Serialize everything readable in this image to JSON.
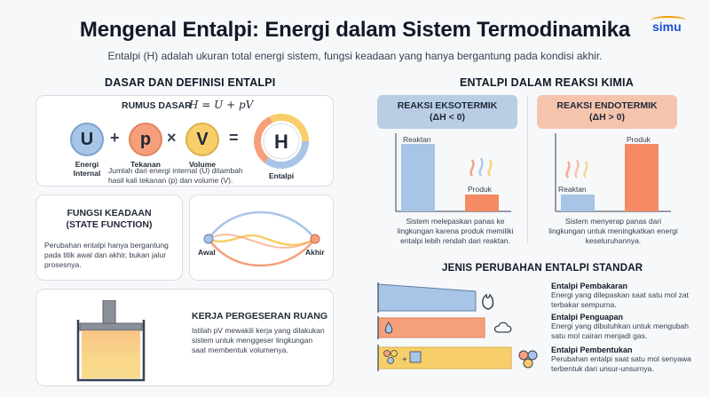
{
  "header": {
    "title": "Mengenal Entalpi: Energi dalam Sistem Termodinamika",
    "subtitle": "Entalpi (H) adalah ukuran total energi sistem, fungsi keadaan yang hanya bergantung pada kondisi akhir.",
    "logo": "simu"
  },
  "left": {
    "section_title": "DASAR DAN DEFINISI ENTALPI",
    "formula": {
      "heading": "RUMUS DASAR",
      "equation": "H = U + pV",
      "terms": [
        {
          "symbol": "U",
          "label": "Energi Internal",
          "color": "#a8c4e6"
        },
        {
          "symbol": "p",
          "label": "Tekanan",
          "color": "#f5a07a"
        },
        {
          "symbol": "V",
          "label": "Volume",
          "color": "#f7cf6a"
        }
      ],
      "ops": [
        "+",
        "×",
        "="
      ],
      "result": {
        "symbol": "H",
        "label": "Entalpi"
      },
      "description": "Jumlah dari energi internal (U) ditambah hasil kali tekanan (p) dan volume (V)."
    },
    "state_function": {
      "title_line1": "FUNGSI KEADAAN",
      "title_line2": "(STATE FUNCTION)",
      "description": "Perubahan entalpi hanya bergantung pada titik awal dan akhir, bukan jalur prosesnya.",
      "start_label": "Awal",
      "end_label": "Akhir"
    },
    "work": {
      "title": "KERJA PERGESERAN RUANG",
      "description": "Istilah pV mewakili kerja yang dilakukan sistem untuk menggeser lingkungan saat membentuk volumenya."
    }
  },
  "right": {
    "section_title": "ENTALPI DALAM REAKSI KIMIA",
    "exo": {
      "title_line1": "REAKSI EKSOTERMIK",
      "title_line2": "(ΔH < 0)",
      "reactant_label": "Reaktan",
      "product_label": "Produk",
      "description": "Sistem melepaskan panas ke lingkungan karena produk memiliki entalpi lebih rendah dari reaktan.",
      "color": "#b9cde4"
    },
    "endo": {
      "title_line1": "REAKSI ENDOTERMIK",
      "title_line2": "(ΔH > 0)",
      "reactant_label": "Reaktan",
      "product_label": "Produk",
      "description": "Sistem menyerap panas dari lingkungan untuk meningkatkan energi keseluruhannya.",
      "color": "#f5c4ad"
    },
    "standard": {
      "section_title": "JENIS PERUBAHAN ENTALPI STANDAR",
      "items": [
        {
          "title": "Entalpi Pembakaran",
          "description": "Energi yang dilepaskan saat satu mol zat terbakar sempurna.",
          "icon": "flame-icon"
        },
        {
          "title": "Entalpi Penguapan",
          "description": "Energi yang dibutuhkan untuk mengubah satu mol cairan menjadi gas.",
          "icon": "droplet-cloud-icon"
        },
        {
          "title": "Entalpi Pembentukan",
          "description": "Perubahan entalpi saat satu mol senyawa terbentuk dari unsur-unsurnya.",
          "icon": "molecule-icon"
        }
      ]
    }
  },
  "colors": {
    "blue": "#a8c4e6",
    "orange": "#f5a07a",
    "yellow": "#f7cf6a",
    "exo_bar": "#a8c4e6",
    "endo_bar": "#f58a63"
  }
}
